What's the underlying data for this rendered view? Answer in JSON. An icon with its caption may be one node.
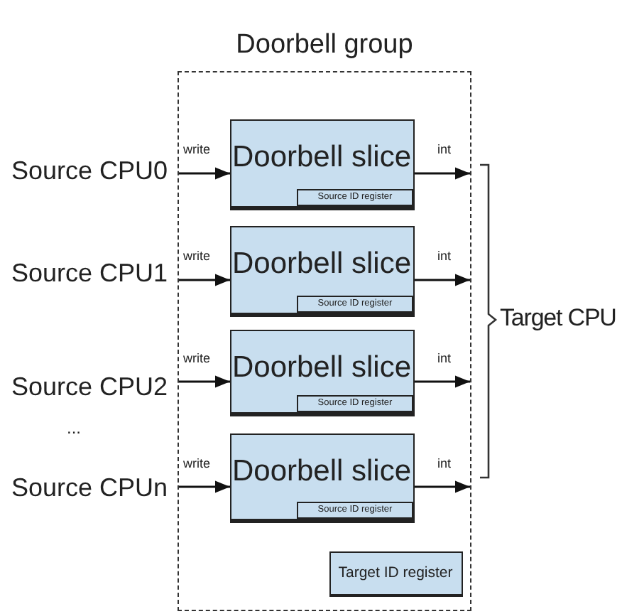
{
  "diagram": {
    "nodes": [
      {
        "text": [
          "Doorbell group"
        ]
      },
      {
        "text": [
          "Doorbell slice"
        ],
        "in": 0
      },
      {
        "text": [
          "Source ID register"
        ],
        "in": 1
      },
      {
        "text": [
          "Doorbell slice"
        ],
        "in": 0
      },
      {
        "text": [
          "Source ID register"
        ],
        "in": 3
      },
      {
        "text": [
          "Doorbell slice"
        ],
        "in": 0
      },
      {
        "text": [
          "Source ID register"
        ],
        "in": 5
      },
      {
        "text": [
          "Doorbell slice"
        ],
        "in": 0
      },
      {
        "text": [
          "Source ID register"
        ],
        "in": 7
      },
      {
        "text": [
          "Target ID register"
        ],
        "in": 0
      },
      {
        "text": [
          "Source CPU0"
        ]
      },
      {
        "text": [
          "Source CPU1"
        ]
      },
      {
        "text": [
          "Source CPU2"
        ]
      },
      {
        "text": [
          "Source CPUn"
        ]
      }
    ],
    "edges": [
      {
        "from": 10,
        "to": 1,
        "arrow": "to",
        "label": "write"
      },
      {
        "from": 11,
        "to": 3,
        "arrow": "to",
        "label": "write"
      },
      {
        "from": 12,
        "to": 5,
        "arrow": "to",
        "label": "write"
      },
      {
        "from": 13,
        "to": 7,
        "arrow": "to",
        "label": "write"
      },
      {
        "from": 1,
        "to": 0,
        "arrow": "to",
        "label": "int"
      },
      {
        "from": 3,
        "to": 0,
        "arrow": "to",
        "label": "int"
      },
      {
        "from": 5,
        "to": 0,
        "arrow": "to",
        "label": "int"
      },
      {
        "from": 7,
        "to": 0,
        "arrow": "to",
        "label": "int"
      }
    ],
    "labels": [
      "...",
      "Target CPU"
    ]
  }
}
